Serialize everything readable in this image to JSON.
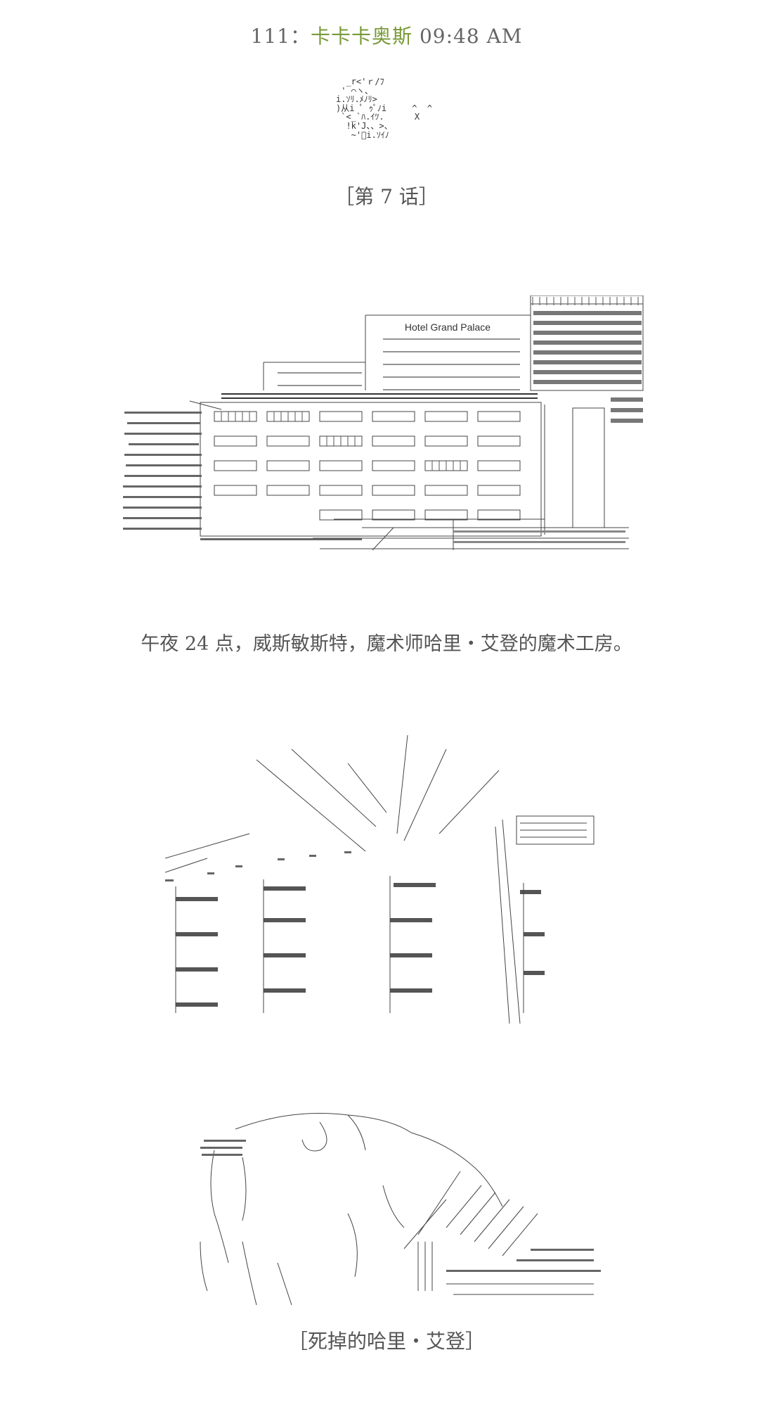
{
  "post": {
    "number": "111",
    "separator": "：",
    "author": "卡卡卡奥斯",
    "time": "09:48 AM"
  },
  "chapter_title": "［第 7 话］",
  "hotel_sign": "Hotel Grand Palace",
  "caption_scene": "午夜 24 点，威斯敏斯特，魔术师哈里・艾登的魔术工房。",
  "caption_dead": "［死掉的哈里・艾登］",
  "aa_small_char": "  _r<'ｒ/ﾌ\n ' ⌒ヽ、\ni.ｿﾘ.ﾒﾉﾘ>\n)从i ﾟ ｩﾟﾉi     ^  ^\n `<_`ﾊ.ｲﾂ.      X\n  !k'J、、>、\n   ~'ﾞi.ｿｲﾉ"
}
